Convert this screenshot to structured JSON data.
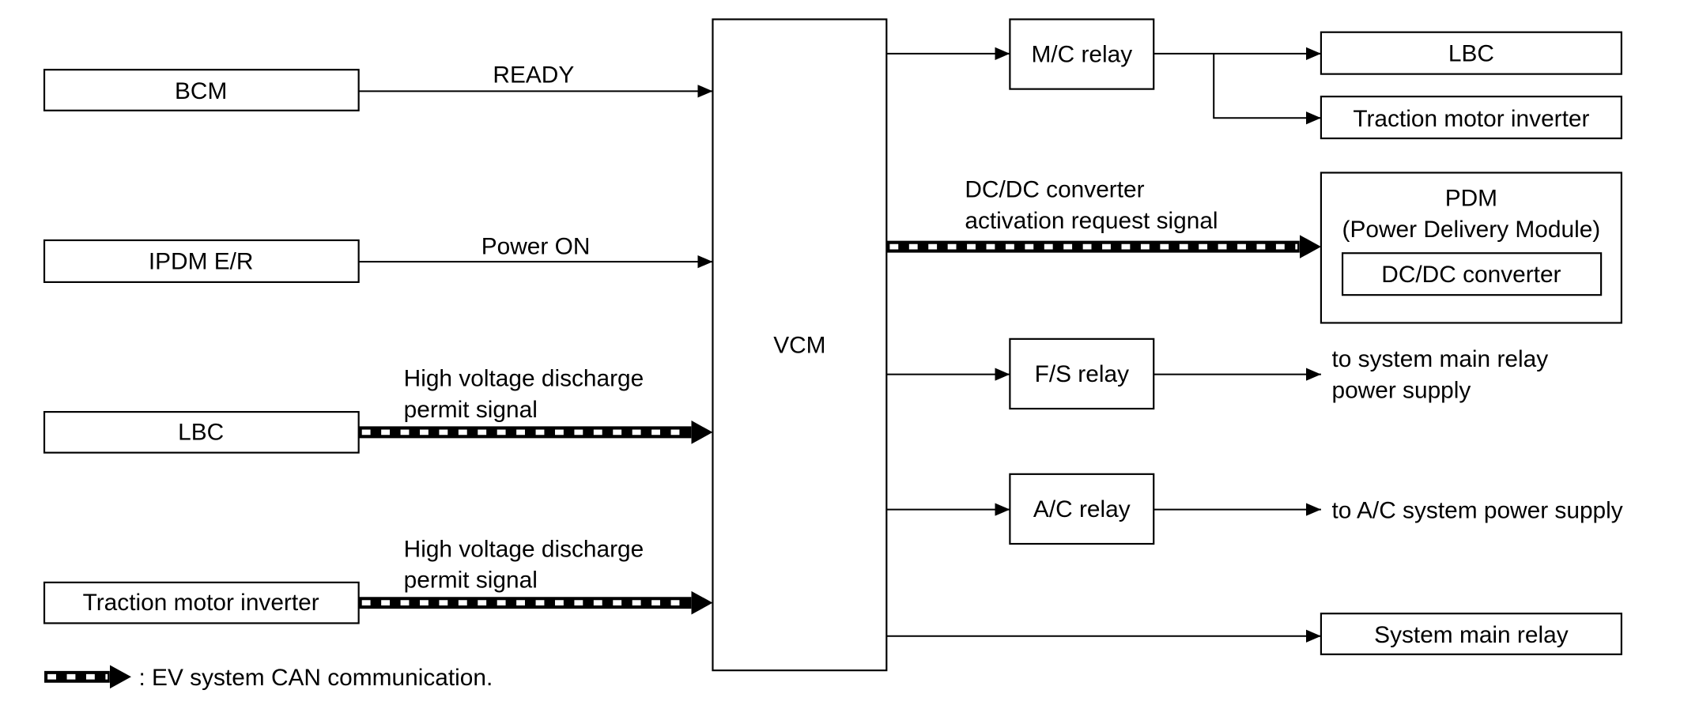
{
  "diagram": {
    "inputs": [
      {
        "node": "BCM",
        "signal": [
          "READY"
        ]
      },
      {
        "node": "IPDM E/R",
        "signal": [
          "Power ON"
        ]
      },
      {
        "node": "LBC",
        "signal": [
          "High voltage discharge",
          "permit signal"
        ]
      },
      {
        "node": "Traction motor inverter",
        "signal": [
          "High voltage discharge",
          "permit signal"
        ]
      }
    ],
    "controller": "VCM",
    "mc_relay": {
      "name": "M/C relay",
      "outputs": [
        "LBC",
        "Traction motor inverter"
      ]
    },
    "pdm": {
      "signal": [
        "DC/DC converter",
        "activation request signal"
      ],
      "title": "PDM",
      "subtitle": "(Power Delivery Module)",
      "inner": "DC/DC converter"
    },
    "fs_relay": {
      "name": "F/S relay",
      "output": [
        "to system main relay",
        "power supply"
      ]
    },
    "ac_relay": {
      "name": "A/C relay",
      "output": [
        "to A/C system power supply"
      ]
    },
    "system_main_relay": "System main relay",
    "legend": ": EV system CAN communication."
  },
  "colors": {
    "ink": "#000000",
    "background": "#ffffff"
  }
}
